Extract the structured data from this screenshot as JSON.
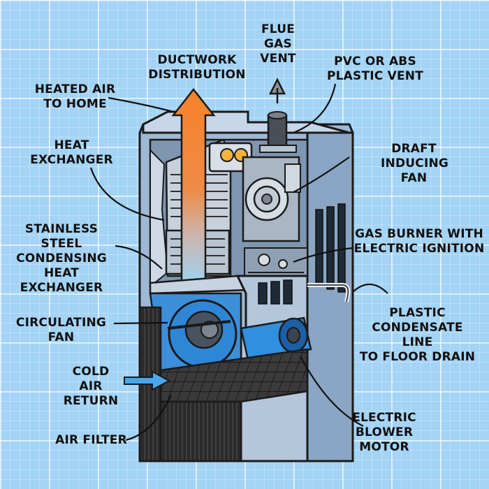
{
  "labels": {
    "flue_gas_vent": "FLUE\nGAS\nVENT",
    "ductwork_distribution": "DUCTWORK\nDISTRIBUTION",
    "pvc_abs_vent": "PVC OR ABS\nPLASTIC VENT",
    "heated_air": "HEATED AIR\nTO HOME",
    "heat_exchanger": "HEAT\nEXCHANGER",
    "draft_inducing_fan": "DRAFT\nINDUCING\nFAN",
    "stainless_condensing": "STAINLESS STEEL\nCONDENSING HEAT\nEXCHANGER",
    "gas_burner": "GAS BURNER WITH\nELECTRIC IGNITION",
    "circulating_fan": "CIRCULATING FAN",
    "plastic_condensate": "PLASTIC\nCONDENSATE LINE\nTO FLOOR DRAIN",
    "cold_air_return": "COLD AIR\nRETURN",
    "electric_blower": "ELECTRIC\nBLOWER\nMOTOR",
    "air_filter": "AIR FILTER"
  },
  "colors": {
    "background": "#a3d3f5",
    "cabinet": "#9fb8d4",
    "heated_air_arrow": "#f5822a",
    "cold_air_arrow": "#4aa6ea",
    "blower": "#2f8fe0",
    "outline": "#1a1a1a"
  }
}
